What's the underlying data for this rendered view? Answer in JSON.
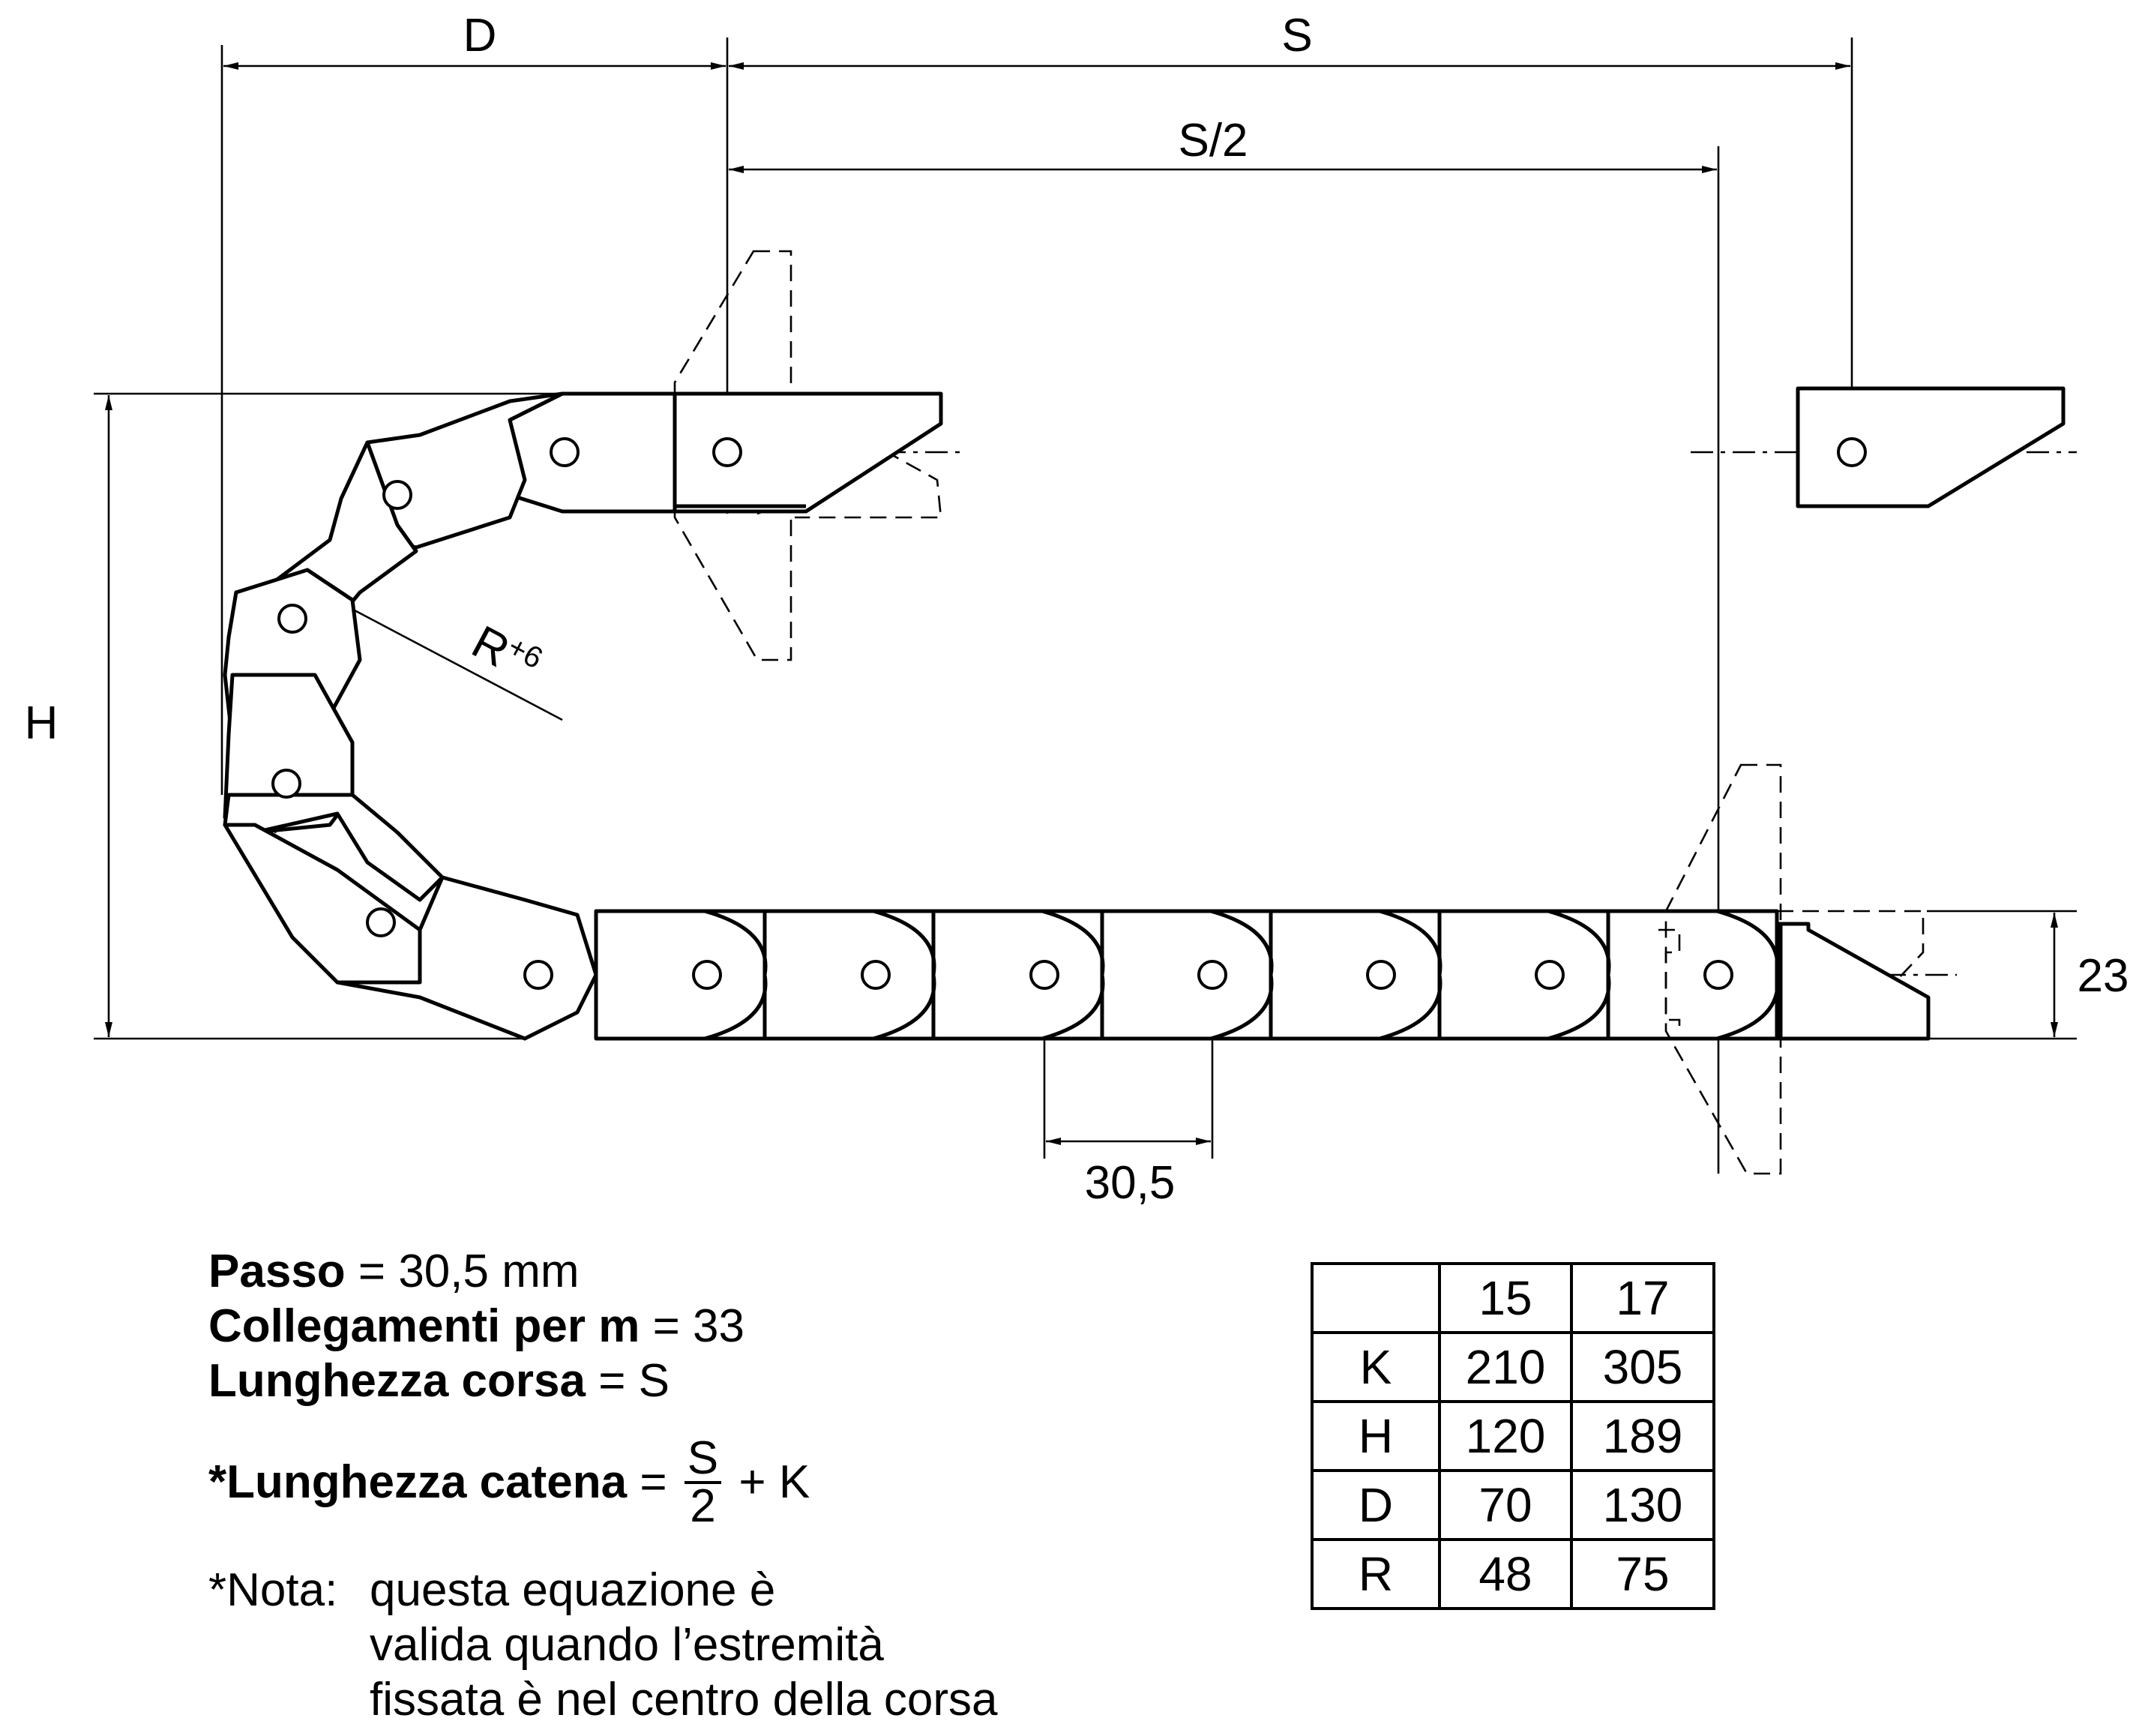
{
  "dimensions": {
    "d": "D",
    "s": "S",
    "s_half": "S/2",
    "h": "H",
    "r": "R",
    "r_sup": "+6",
    "height": "23",
    "pitch": "30,5"
  },
  "specs": {
    "passo_label": "Passo",
    "passo_value": " = 30,5 mm",
    "collegamenti_label": "Collegamenti per m",
    "collegamenti_value": " = 33",
    "corsa_label": "Lunghezza corsa",
    "corsa_value": " = S",
    "catena_label": "*Lunghezza catena",
    "catena_eq": " = ",
    "frac_num": "S",
    "frac_den": "2",
    "catena_suffix": " + K",
    "nota_prefix": "*Nota: ",
    "nota_line1": "questa equazione è",
    "nota_line2": "valida quando l’estremità",
    "nota_line3": "fissata è nel centro della corsa"
  },
  "table": {
    "header": [
      "",
      "15",
      "17"
    ],
    "rows": [
      [
        "K",
        "210",
        "305"
      ],
      [
        "H",
        "120",
        "189"
      ],
      [
        "D",
        "70",
        "130"
      ],
      [
        "R",
        "48",
        "75"
      ]
    ]
  }
}
